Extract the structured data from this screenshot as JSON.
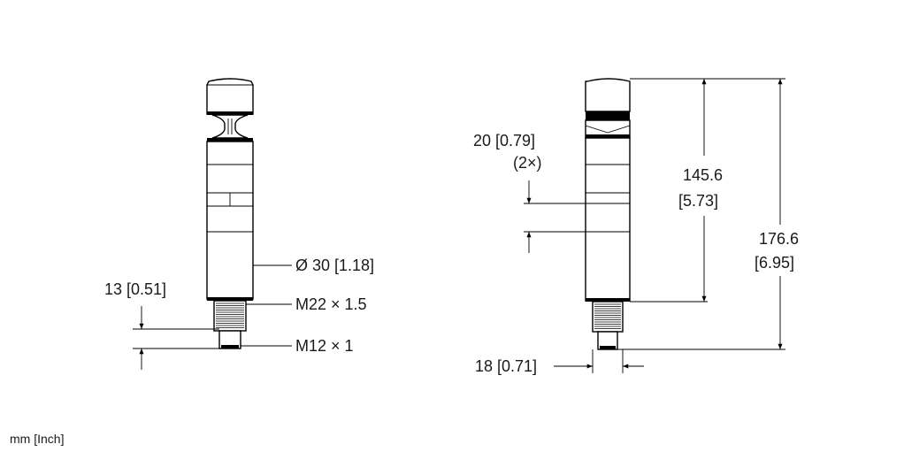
{
  "diagram": {
    "left_view": {
      "diameter_label": "Ø 30 [1.18]",
      "thread_large_label": "M22 × 1.5",
      "thread_small_label": "M12 × 1",
      "connector_length_label": "13 [0.51]"
    },
    "right_view": {
      "spacing_label": "20 [0.79]",
      "spacing_count_label": "(2×)",
      "body_height_mm": "145.6",
      "body_height_in": "[5.73]",
      "total_height_mm": "176.6",
      "total_height_in": "[6.95]",
      "wrench_label": "18 [0.71]"
    },
    "units_label": "mm [Inch]"
  }
}
